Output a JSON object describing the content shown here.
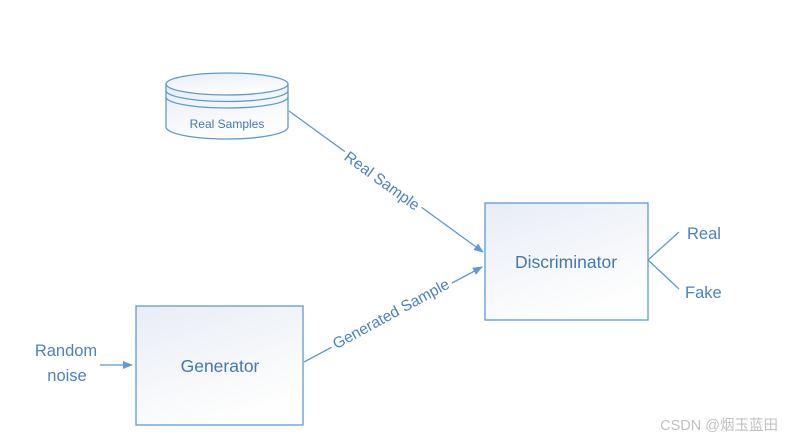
{
  "diagram": {
    "database": {
      "label": "Real Samples"
    },
    "generator": {
      "label": "Generator"
    },
    "discriminator": {
      "label": "Discriminator"
    },
    "noise_input": {
      "line1": "Random",
      "line2": "noise"
    },
    "edges": {
      "real_sample": {
        "label": "Real Sample"
      },
      "generated_sample": {
        "label": "Generated Sample"
      },
      "noise_to_generator": {
        "label": ""
      }
    },
    "outputs": {
      "real": {
        "label": "Real"
      },
      "fake": {
        "label": "Fake"
      }
    }
  },
  "watermark": {
    "text": "CSDN @烟玉蓝田"
  },
  "colors": {
    "stroke_blue": "#5B9BD5",
    "node_text_blue": "#4377B6",
    "label_text_blue": "#4A82C4",
    "box_fill_top": "#E8EDF5",
    "box_fill_bottom": "#FEFEFE",
    "watermark_gray": "#C1C1C1",
    "background": "#FFFFFF"
  }
}
